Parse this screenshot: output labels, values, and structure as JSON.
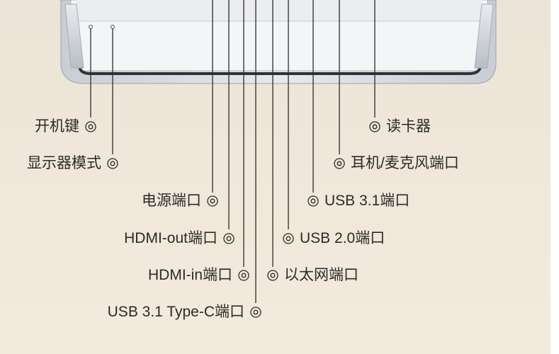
{
  "diagram": {
    "colors": {
      "background": "#efe6da",
      "line": "#2b2b2b",
      "text": "#2b2b2b",
      "device_frame": "#d9dde2",
      "device_screen": "#eef0f2"
    },
    "callouts": [
      {
        "id": "power-key",
        "label": "开机键",
        "icon": "target-icon"
      },
      {
        "id": "display-mode",
        "label": "显示器模式",
        "icon": "target-icon"
      },
      {
        "id": "power-port",
        "label": "电源端口",
        "icon": "target-icon"
      },
      {
        "id": "hdmi-out",
        "label": "HDMI-out端口",
        "icon": "target-icon"
      },
      {
        "id": "hdmi-in",
        "label": "HDMI-in端口",
        "icon": "target-icon"
      },
      {
        "id": "usb31-typec",
        "label": "USB 3.1 Type-C端口",
        "icon": "target-icon"
      },
      {
        "id": "card-reader",
        "label": "读卡器",
        "icon": "target-icon"
      },
      {
        "id": "headphone-mic",
        "label": "耳机/麦克风端口",
        "icon": "target-icon"
      },
      {
        "id": "usb31",
        "label": "USB 3.1端口",
        "icon": "target-icon"
      },
      {
        "id": "usb20",
        "label": "USB 2.0端口",
        "icon": "target-icon"
      },
      {
        "id": "ethernet",
        "label": "以太网端口",
        "icon": "target-icon"
      }
    ]
  }
}
